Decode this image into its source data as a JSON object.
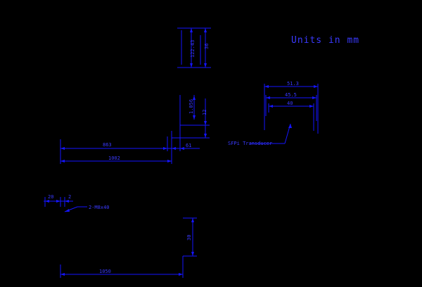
{
  "drawing": {
    "title": "Units in mm",
    "colors": {
      "background": "#000000",
      "line": "#1515ff",
      "text": "#3a3aff"
    },
    "dimensions": {
      "top_outer": "122.43",
      "top_inner": "36",
      "right_w1": "51.3",
      "right_w2": "45.5",
      "right_w3": "40",
      "mid_v1": "1.056",
      "mid_v2": "12",
      "mid_h1": "863",
      "mid_h2": "61",
      "mid_total": "1002",
      "small_left": "20",
      "small_right": "2",
      "hole_label": "2-M8x40",
      "bottom_v": "30",
      "bottom_h": "1050"
    },
    "labels": {
      "transducer": "SFPi Transducer"
    }
  }
}
